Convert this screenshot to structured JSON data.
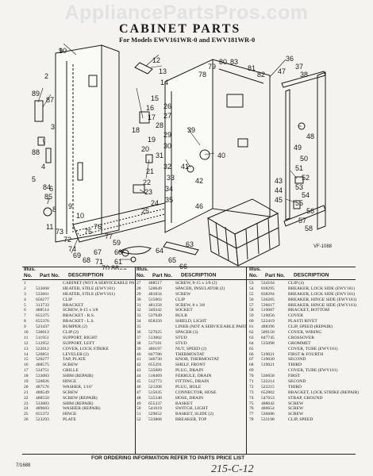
{
  "watermark": "AppliancePartsPros.com",
  "title": "CABINET PARTS",
  "subtitle": "For Models EWV161WR-0 and EWV181WR-0",
  "figure_code": "VF-1088",
  "callouts": [
    "1",
    "89",
    "87",
    "88",
    "2",
    "3",
    "4",
    "5",
    "6",
    "7",
    "8",
    "9",
    "10",
    "11",
    "12",
    "13",
    "14",
    "15",
    "16",
    "17",
    "18",
    "19",
    "20",
    "21",
    "22",
    "23",
    "24",
    "25",
    "26",
    "27",
    "28",
    "29",
    "30",
    "31",
    "32",
    "33",
    "34",
    "35",
    "36",
    "37",
    "38",
    "39",
    "40",
    "41",
    "42",
    "43",
    "44",
    "45",
    "46",
    "47",
    "48",
    "49",
    "50",
    "51",
    "52",
    "53",
    "54",
    "55",
    "56",
    "57",
    "58",
    "59",
    "60",
    "61",
    "62",
    "63",
    "64",
    "65",
    "66",
    "67",
    "68",
    "69",
    "70",
    "71",
    "72",
    "73",
    "74",
    "75",
    "76",
    "77",
    "78",
    "79",
    "80",
    "81",
    "82",
    "83",
    "84",
    "85",
    "86",
    "90"
  ],
  "headers": {
    "illus": "Illus. No.",
    "part": "Part No.",
    "description": "DESCRIPTION"
  },
  "parts": [
    [
      "1",
      "",
      "CABINET (NOT A SERVICEABLE PART)"
    ],
    [
      "2",
      "533660",
      "HEATER, STILE (EWV181)"
    ],
    [
      "3",
      "533661",
      "HEATER, STILE (EWV161)"
    ],
    [
      "4",
      "656277",
      "CLIP"
    ],
    [
      "5",
      "313733",
      "BRACKET"
    ],
    [
      "6",
      "488514",
      "SCREW, 8-15 x 3/8"
    ],
    [
      "7",
      "655375",
      "BRACKET - R.S."
    ],
    [
      "8",
      "655376",
      "BRACKET - L.S."
    ],
    [
      "9",
      "523437",
      "BUMPER (2)"
    ],
    [
      "10",
      "536013",
      "CLIP (2)"
    ],
    [
      "11",
      "511951",
      "SUPPORT, RIGHT"
    ],
    [
      "12",
      "512952",
      "SUPPORT, LEFT"
    ],
    [
      "13",
      "522012",
      "COVER, LOCK STRIKE"
    ],
    [
      "14",
      "520851",
      "LEVELER (2)"
    ],
    [
      "15",
      "520277",
      "TAP, PLATE"
    ],
    [
      "16",
      "488575",
      "SCREW"
    ],
    [
      "17",
      "534751",
      "GRILLE"
    ],
    [
      "18",
      "533083",
      "SHIM (REPAIR)"
    ],
    [
      "19",
      "520826",
      "HINGE"
    ],
    [
      "20",
      "487576",
      "WASHER, 1/16\""
    ],
    [
      "21",
      "488549",
      "SCREW"
    ],
    [
      "22",
      "488550",
      "SCREW (REPAIR)"
    ],
    [
      "23",
      "533083",
      "SHIM (REPAIR)"
    ],
    [
      "24",
      "489683",
      "WASHER (REPAIR)"
    ],
    [
      "25",
      "655372",
      "HINGE"
    ],
    [
      "26",
      "523293",
      "PLATE"
    ],
    [
      "27",
      "488517",
      "SCREW, 8-15 x 3/8 (2)"
    ],
    [
      "28",
      "520649",
      "SPACER, INSULATOR (2)"
    ],
    [
      "29",
      "481834",
      "SCREW"
    ],
    [
      "30",
      "515003",
      "CLIP"
    ],
    [
      "31",
      "481358",
      "SCREW, 8 x 3/8"
    ],
    [
      "32",
      "349342",
      "SOCKET"
    ],
    [
      "33",
      "537949",
      "BULB"
    ],
    [
      "34",
      "858350",
      "SHIELD, LIGHT"
    ],
    [
      "35",
      "",
      "LINER (NOT A SERVICEABLE PART)"
    ],
    [
      "36",
      "527025",
      "SPACER (3)"
    ],
    [
      "37",
      "513002",
      "STUD"
    ],
    [
      "38",
      "517181",
      "STUD"
    ],
    [
      "39",
      "486197",
      "NUT, SPEED (2)"
    ],
    [
      "40",
      "847786",
      "THERMOSTAT"
    ],
    [
      "41",
      "346730",
      "KNOB, THERMOSTAT"
    ],
    [
      "42",
      "655291",
      "SHELF, FRONT"
    ],
    [
      "43",
      "535089",
      "PLUG, DRAIN"
    ],
    [
      "44",
      "518469",
      "FERRULE, DRAIN"
    ],
    [
      "45",
      "512773",
      "FITTING, DRAIN"
    ],
    [
      "46",
      "521208",
      "PLUG, HOLE"
    ],
    [
      "47",
      "515035",
      "CONNECTOR, HOSE"
    ],
    [
      "48",
      "515340",
      "HOSE, DRAIN"
    ],
    [
      "49",
      "655337",
      "BASKET"
    ],
    [
      "50",
      "541619",
      "SWITCH, LIGHT"
    ],
    [
      "51",
      "529652",
      "BASKET, SLIDE (2)"
    ],
    [
      "52",
      "533868",
      "BREAKER, TOP"
    ],
    [
      "53",
      "534164",
      "CLIP (4)"
    ],
    [
      "54",
      "838295",
      "BREAKER, LOCK SIDE (EWV181)"
    ],
    [
      "55",
      "838294",
      "BREAKER, LOCK SIDE (EWV161)"
    ],
    [
      "56",
      "536205",
      "BREAKER, HINGE SIDE (EWV181)"
    ],
    [
      "57",
      "536617",
      "BREAKER, HINGE SIDE (EWV161)"
    ],
    [
      "58",
      "519087",
      "BRACKET, BOTTOM"
    ],
    [
      "59",
      "519056",
      "COVER"
    ],
    [
      "60",
      "522419",
      "PLASTI RIVET"
    ],
    [
      "61",
      "488396",
      "CLIP, SPEED (REPAIR)"
    ],
    [
      "62",
      "509158",
      "COVER, WIRING"
    ],
    [
      "63",
      "847745",
      "CROSSOVER"
    ],
    [
      "64",
      "535098",
      "GROMMET"
    ],
    [
      "65",
      "",
      "COVER, TUBE (EWV181)"
    ],
    [
      "66",
      "519021",
      "FIRST & FOURTH"
    ],
    [
      "67",
      "519020",
      "SECOND"
    ],
    [
      "68",
      "519021",
      "THIRD"
    ],
    [
      "69",
      "",
      "COVER, TUBE (EWV161)"
    ],
    [
      "70",
      "536658",
      "FIRST"
    ],
    [
      "71",
      "532214",
      "SECOND"
    ],
    [
      "72",
      "522215",
      "THIRD"
    ],
    [
      "73",
      "652802",
      "BRACKET, LOCK STRIKE (REPAIR)"
    ],
    [
      "74",
      "547653",
      "STRAP, GROUND"
    ],
    [
      "75",
      "488642",
      "SCREW"
    ],
    [
      "76",
      "486654",
      "SCREW"
    ],
    [
      "77",
      "536686",
      "SCREW"
    ],
    [
      "78",
      "533198",
      "CLIP, SPEED"
    ]
  ],
  "footer": "FOR ORDERING INFORMATION REFER TO PARTS PRICE LIST",
  "doc_code": "7/1688",
  "handwritten": "215-C-12"
}
